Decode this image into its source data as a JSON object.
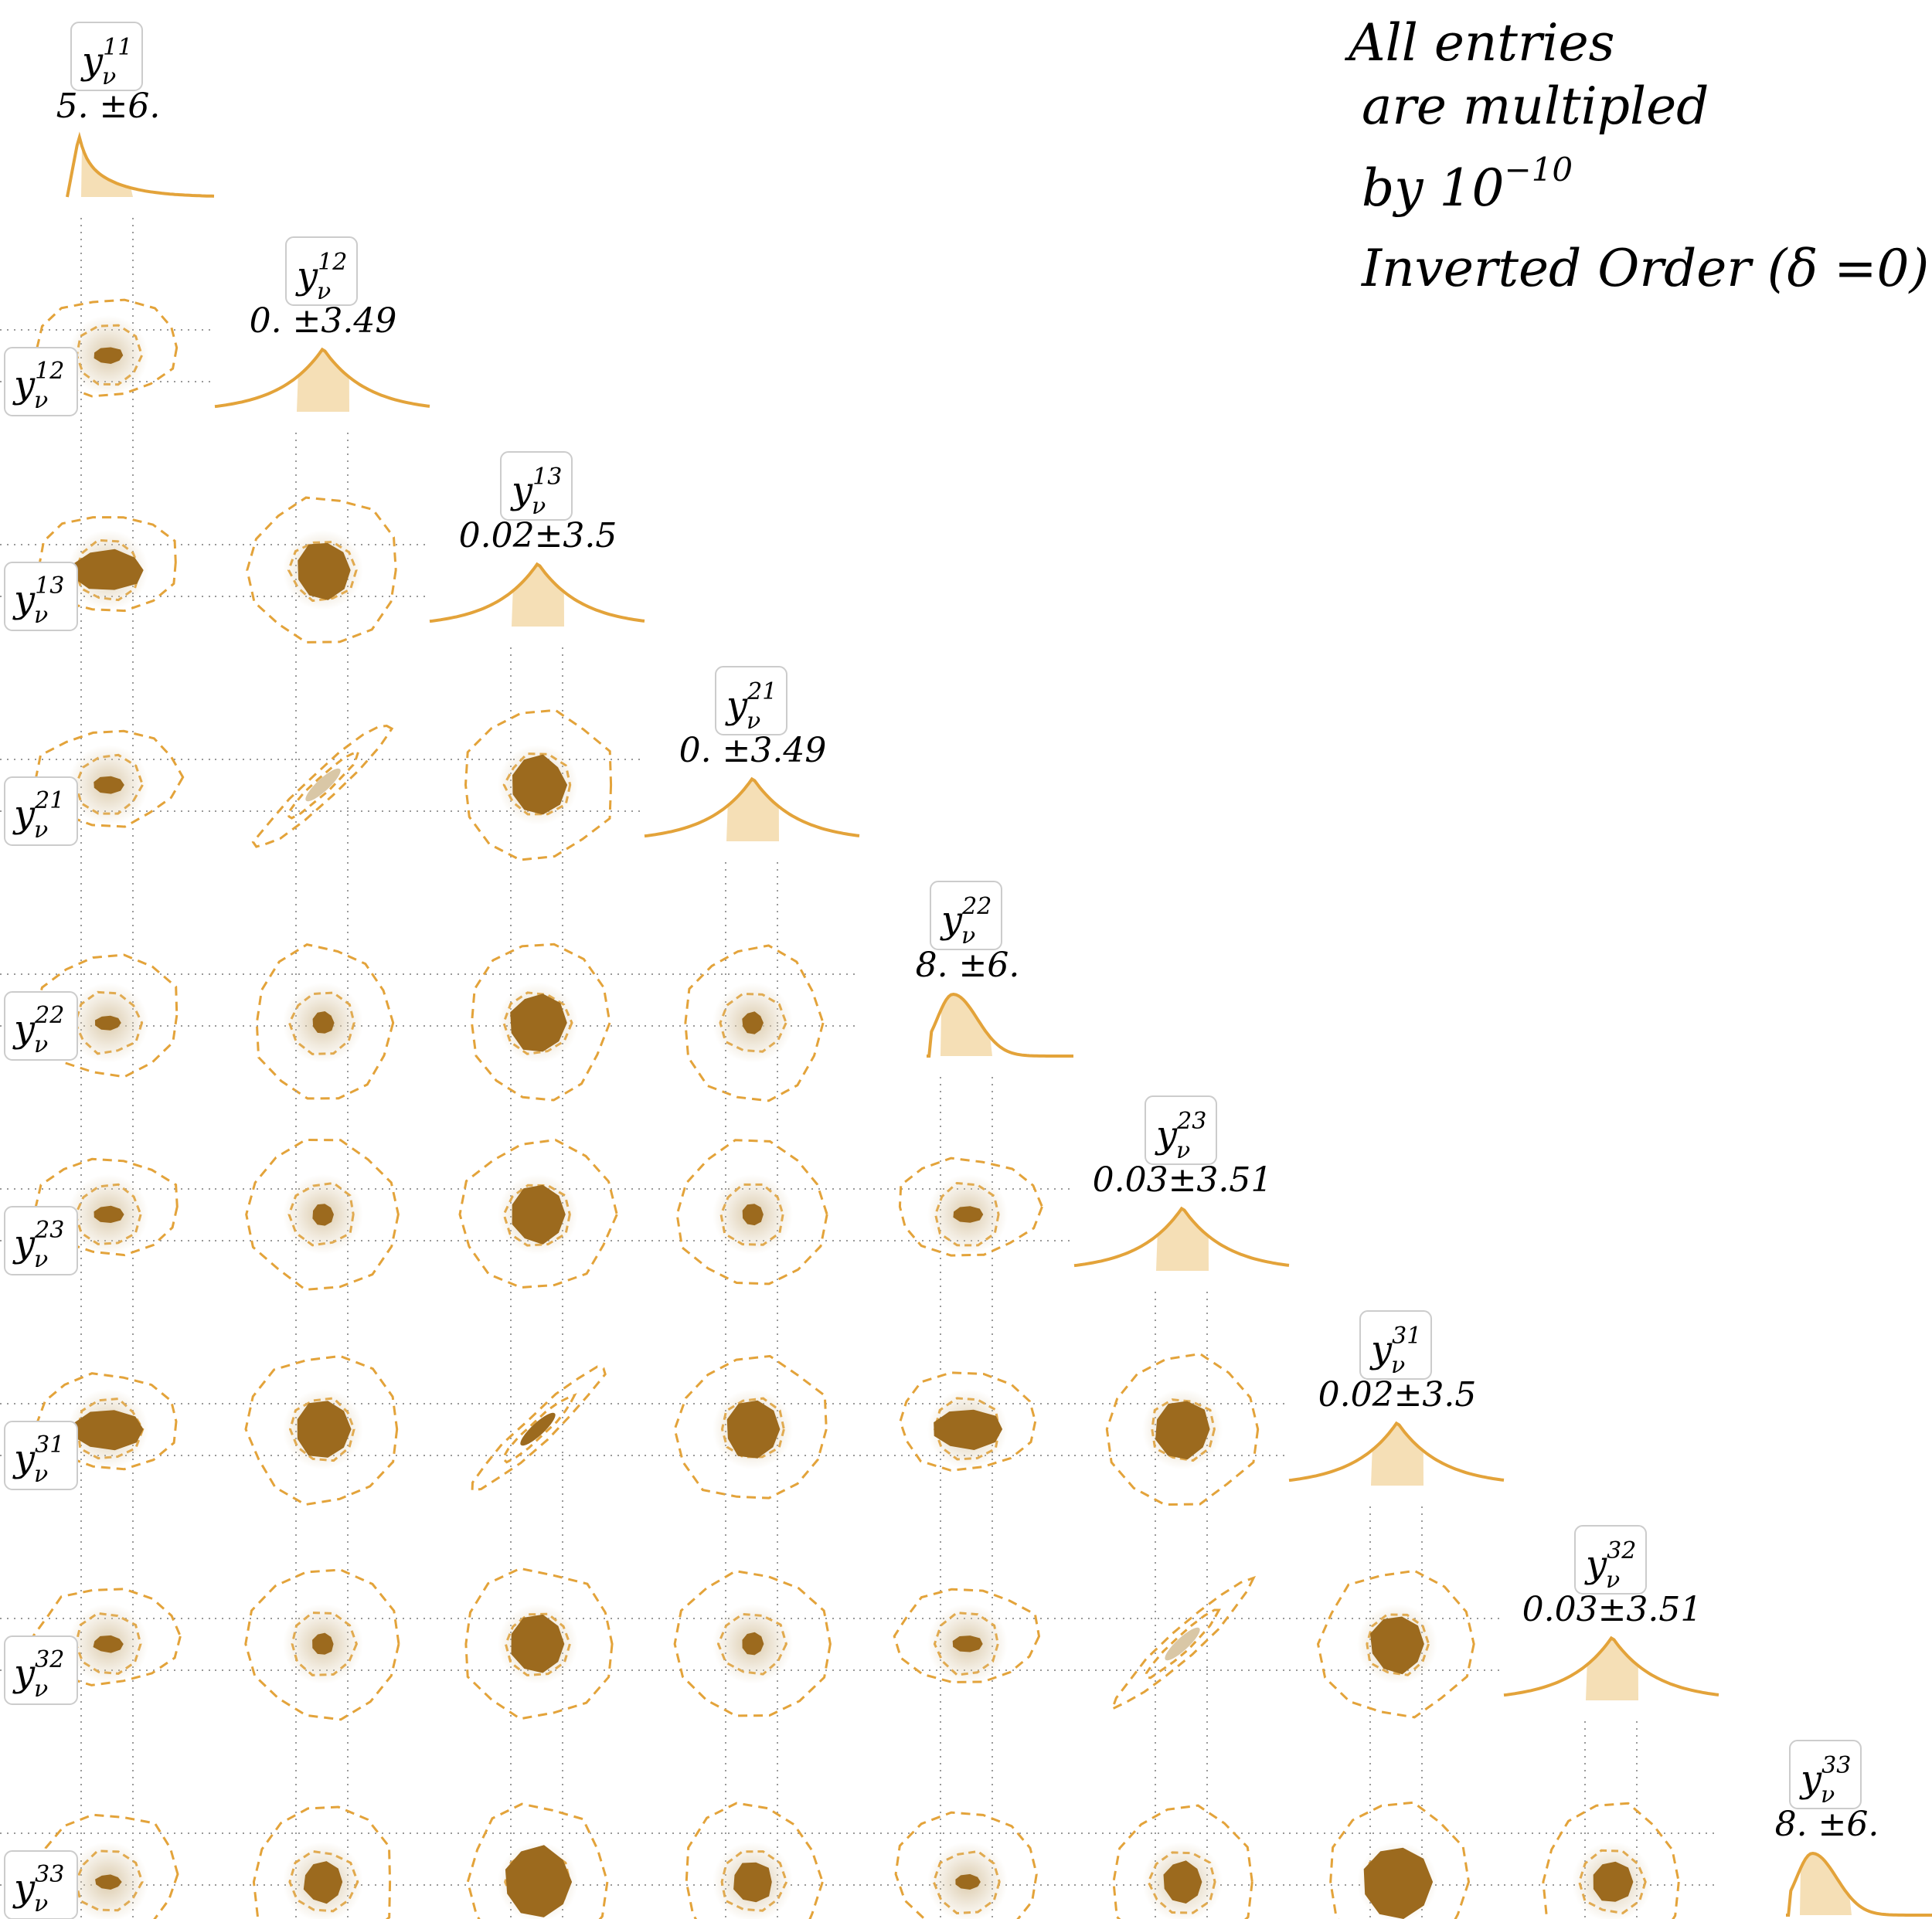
{
  "chart_data": {
    "type": "corner",
    "note": [
      "All entries",
      "are multipled",
      "by 10",
      "Inverted Order (δ =0)"
    ],
    "note_exponent": "−10",
    "symbol": "y",
    "subscript": "ν",
    "parameters": [
      "11",
      "12",
      "13",
      "21",
      "22",
      "23",
      "31",
      "32",
      "33"
    ],
    "stats": [
      "5. ±6.",
      "0. ±3.49",
      "0.02±3.5",
      "0. ±3.49",
      "8. ±6.",
      "0.03±3.51",
      "0.02±3.5",
      "0.03±3.51",
      "8. ±6."
    ],
    "marginal_shapes": [
      "halfnormal",
      "symmetric",
      "symmetric",
      "symmetric",
      "halfnormal",
      "symmetric",
      "symmetric",
      "symmetric",
      "halfnormal"
    ],
    "strong_correlations": [
      [
        "21",
        "12"
      ],
      [
        "31",
        "13"
      ],
      [
        "32",
        "23"
      ]
    ],
    "colors": {
      "line": "#e3a33a",
      "fill": "#f5dfb6",
      "core": "#9c6a1e",
      "glow": "#d9c7a6",
      "grid": "#9a9a9a",
      "box": "#cccccc"
    }
  }
}
